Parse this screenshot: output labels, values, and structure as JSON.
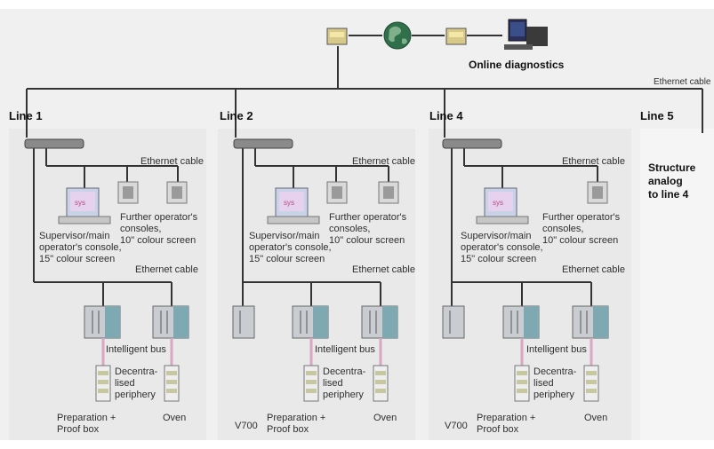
{
  "top": {
    "online_diagnostics": "Online diagnostics",
    "ethernet_cable": "Ethernet cable"
  },
  "lines": [
    {
      "title": "Line 1",
      "ethernet_cable_upper": "Ethernet cable",
      "ethernet_cable_lower": "Ethernet cable",
      "supervisor": "Supervisor/main\noperator's console,\n15\" colour screen",
      "further": "Further operator's\nconsoles,\n10\" colour screen",
      "intelligent_bus": "Intelligent bus",
      "periphery": "Decentra-\nlised\nperiphery",
      "preparation": "Preparation +\nProof box",
      "oven": "Oven"
    },
    {
      "title": "Line 2",
      "ethernet_cable_upper": "Ethernet cable",
      "ethernet_cable_lower": "Ethernet cable",
      "supervisor": "Supervisor/main\noperator's console,\n15\" colour screen",
      "further": "Further operator's\nconsoles,\n10\" colour screen",
      "intelligent_bus": "Intelligent bus",
      "periphery": "Decentra-\nlised\nperiphery",
      "v700": "V700",
      "preparation": "Preparation +\nProof box",
      "oven": "Oven"
    },
    {
      "title": "Line 4",
      "ethernet_cable_upper": "Ethernet cable",
      "ethernet_cable_lower": "Ethernet cable",
      "supervisor": "Supervisor/main\noperator's console,\n15\" colour screen",
      "further": "Further operator's\nconsoles,\n10\" colour screen",
      "intelligent_bus": "Intelligent bus",
      "periphery": "Decentra-\nlised\nperiphery",
      "v700": "V700",
      "preparation": "Preparation +\nProof box",
      "oven": "Oven"
    },
    {
      "title": "Line 5",
      "structure": "Structure\nanalog\nto line 4"
    }
  ],
  "colors": {
    "background": "#f0f0f0",
    "panel": "#ebebeb",
    "cable": "#333333",
    "bus": "#d9a7c4",
    "plc_teal": "#6fa3ad"
  }
}
